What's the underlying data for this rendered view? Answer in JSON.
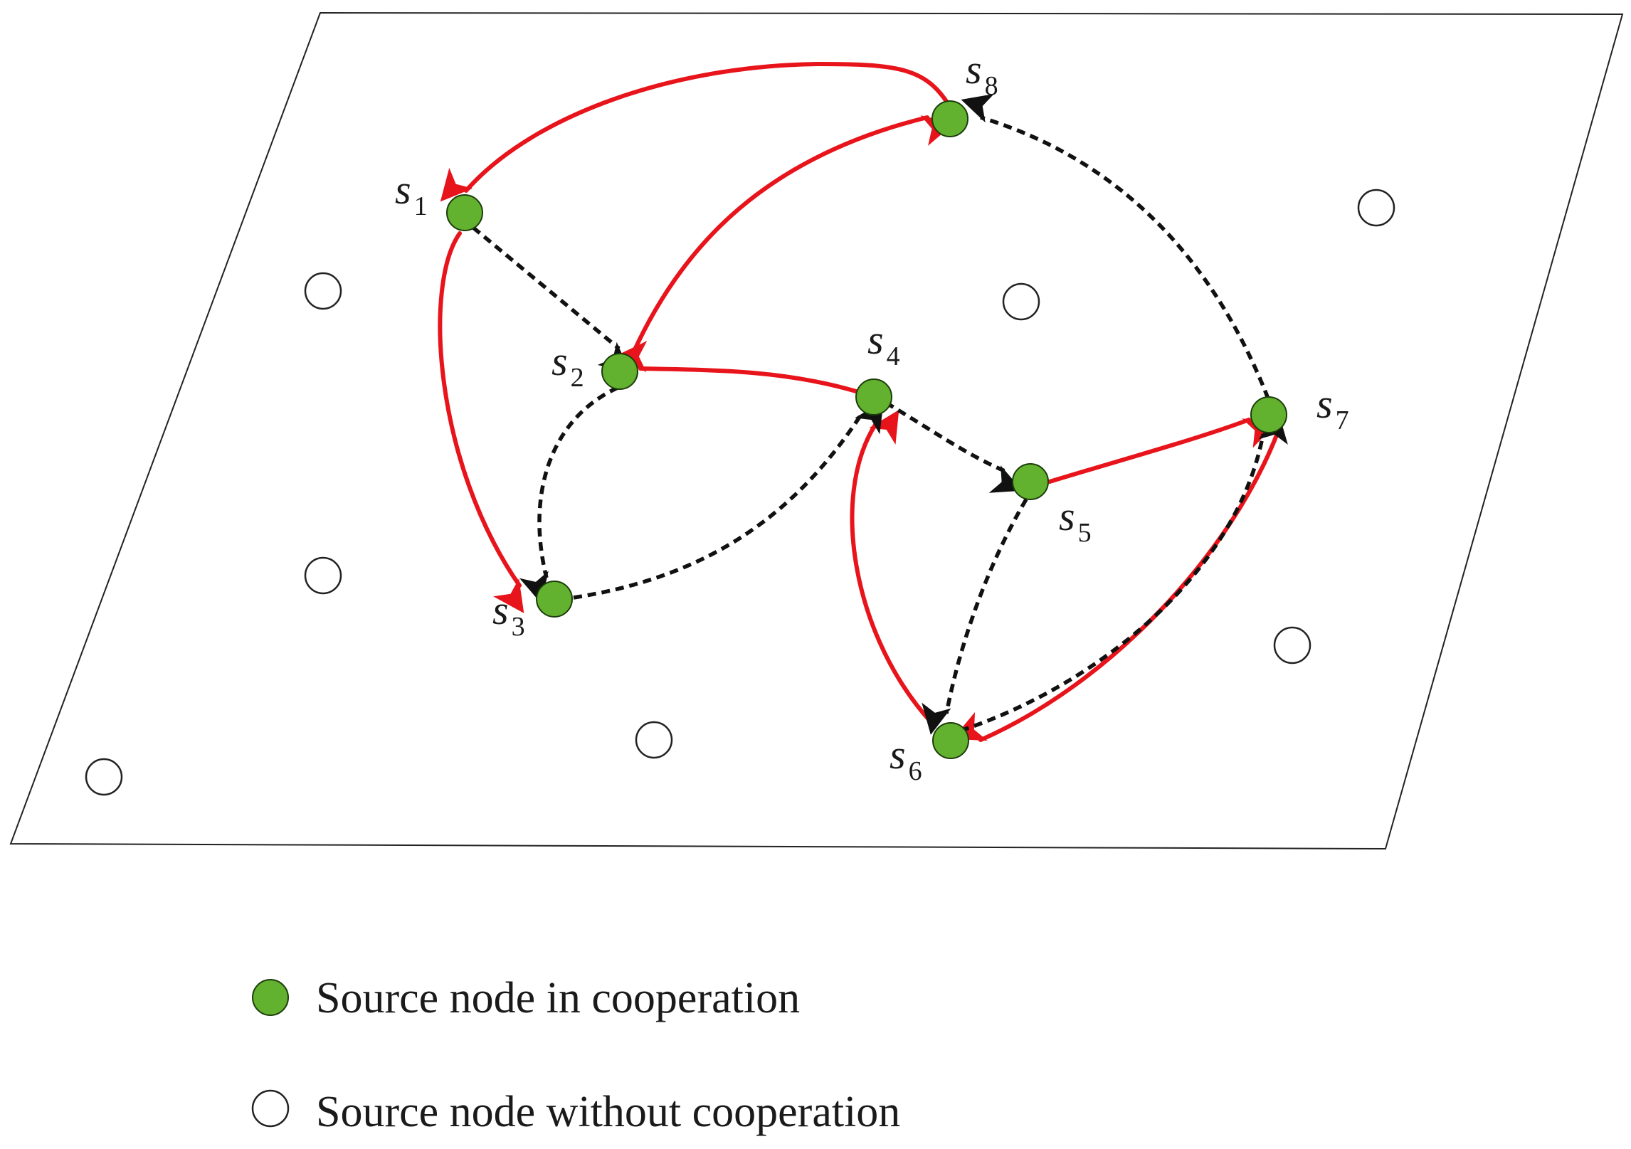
{
  "colors": {
    "cooperating_node": "#63b22f",
    "red_edge": "#e8141b",
    "black_edge": "#111111"
  },
  "nodes": [
    {
      "id": "s1",
      "letter": "s",
      "sub": "1"
    },
    {
      "id": "s2",
      "letter": "s",
      "sub": "2"
    },
    {
      "id": "s3",
      "letter": "s",
      "sub": "3"
    },
    {
      "id": "s4",
      "letter": "s",
      "sub": "4"
    },
    {
      "id": "s5",
      "letter": "s",
      "sub": "5"
    },
    {
      "id": "s6",
      "letter": "s",
      "sub": "6"
    },
    {
      "id": "s7",
      "letter": "s",
      "sub": "7"
    },
    {
      "id": "s8",
      "letter": "s",
      "sub": "8"
    }
  ],
  "edges": {
    "red": [
      {
        "from": "s8",
        "to": "s1"
      },
      {
        "from": "s2",
        "to": "s8"
      },
      {
        "from": "s1",
        "to": "s3"
      },
      {
        "from": "s4",
        "to": "s2"
      },
      {
        "from": "s6",
        "to": "s4"
      },
      {
        "from": "s5",
        "to": "s7"
      },
      {
        "from": "s7",
        "to": "s6"
      }
    ],
    "dashed": [
      {
        "from": "s1",
        "to": "s2"
      },
      {
        "from": "s2",
        "to": "s3"
      },
      {
        "from": "s3",
        "to": "s4"
      },
      {
        "from": "s4",
        "to": "s5"
      },
      {
        "from": "s5",
        "to": "s6"
      },
      {
        "from": "s6",
        "to": "s7"
      },
      {
        "from": "s7",
        "to": "s8"
      }
    ]
  },
  "legend": {
    "cooperating_label": "Source node in cooperation",
    "non_cooperating_label": "Source node without cooperation"
  }
}
